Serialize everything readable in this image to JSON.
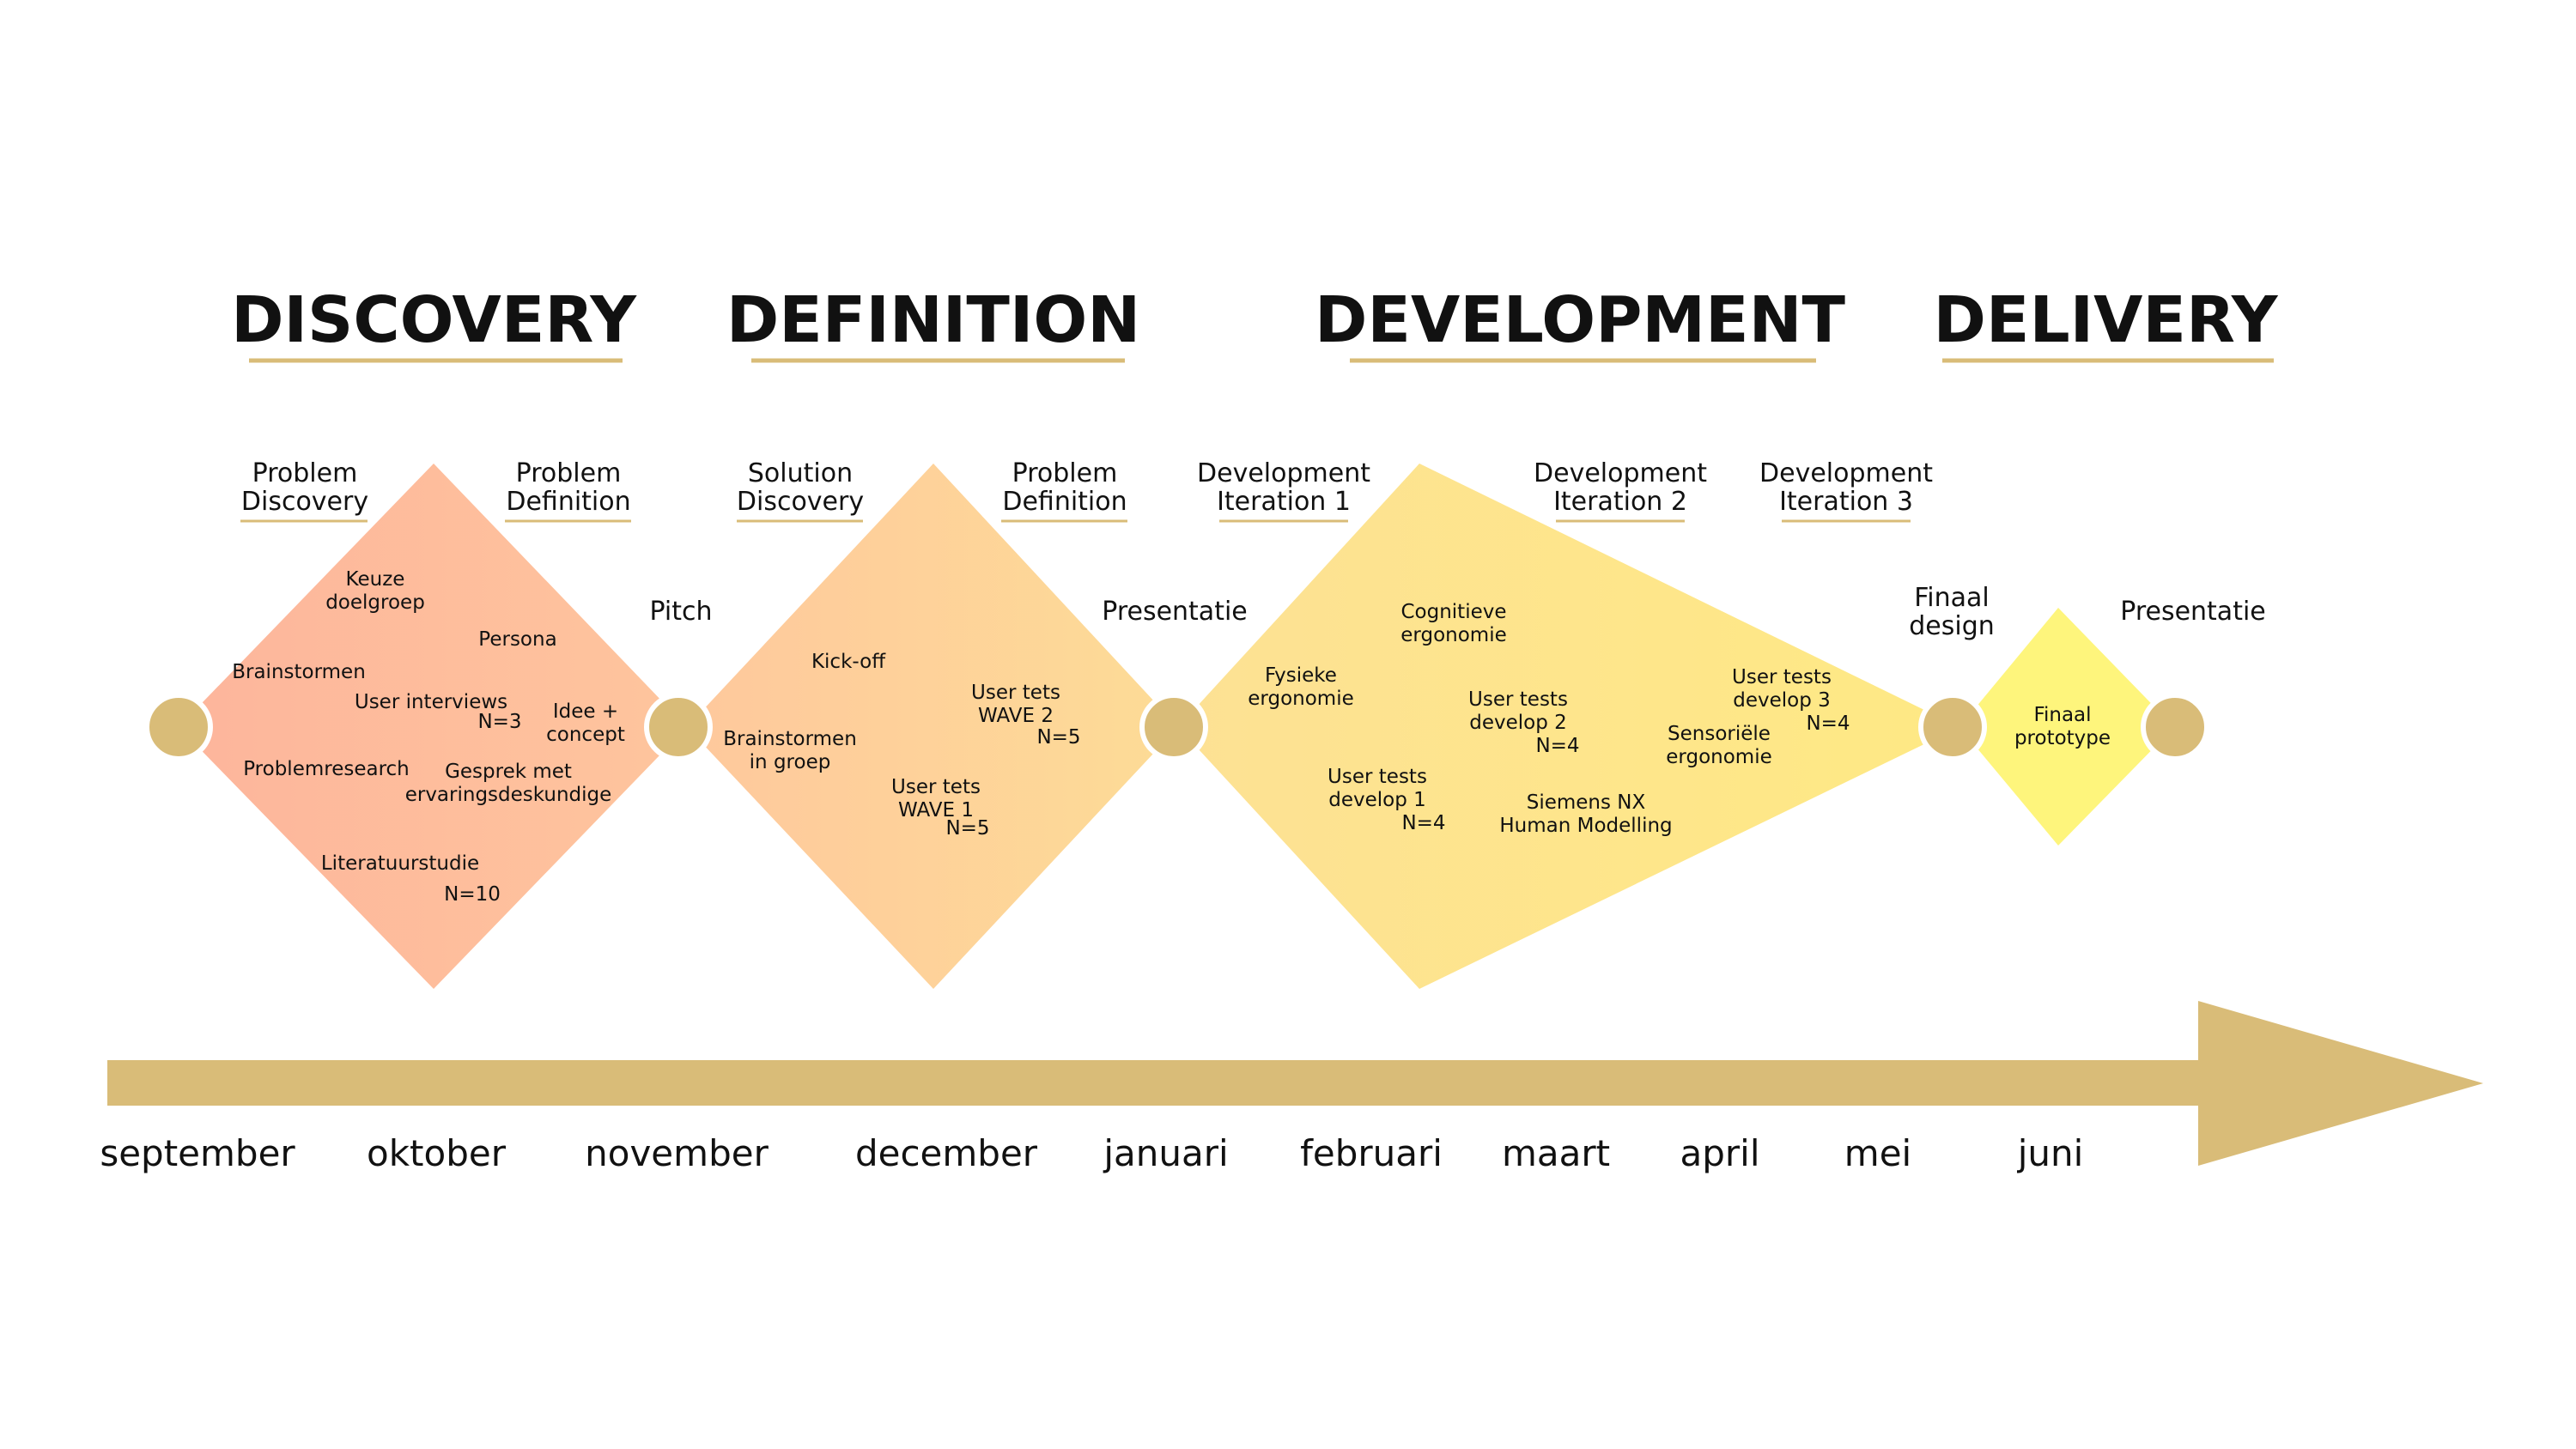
{
  "colors": {
    "gold": "#d9bc78",
    "discovery_start": "#fdb59c",
    "discovery_end": "#fec59d",
    "definition_start": "#fec89d",
    "definition_end": "#fddc96",
    "development_start": "#fde194",
    "development_end": "#fee984",
    "delivery": "#fef57c"
  },
  "phases": [
    {
      "id": "discovery",
      "title": "DISCOVERY"
    },
    {
      "id": "definition",
      "title": "DEFINITION"
    },
    {
      "id": "development",
      "title": "DEVELOPMENT"
    },
    {
      "id": "delivery",
      "title": "DELIVERY"
    }
  ],
  "subphases": [
    {
      "lines": [
        "Problem",
        "Discovery"
      ]
    },
    {
      "lines": [
        "Problem",
        "Definition"
      ]
    },
    {
      "lines": [
        "Solution",
        "Discovery"
      ]
    },
    {
      "lines": [
        "Problem",
        "Definition"
      ]
    },
    {
      "lines": [
        "Development",
        "Iteration 1"
      ]
    },
    {
      "lines": [
        "Development",
        "Iteration 2"
      ]
    },
    {
      "lines": [
        "Development",
        "Iteration 3"
      ]
    }
  ],
  "milestones": [
    {
      "lines": [
        "Pitch"
      ]
    },
    {
      "lines": [
        "Presentatie"
      ]
    },
    {
      "lines": [
        "Finaal",
        "design"
      ]
    },
    {
      "lines": [
        "Presentatie"
      ]
    }
  ],
  "activities": {
    "discovery": [
      {
        "lines": [
          "Keuze",
          "doelgroep"
        ]
      },
      {
        "lines": [
          "Persona"
        ]
      },
      {
        "lines": [
          "Brainstormen"
        ]
      },
      {
        "lines": [
          "User interviews"
        ]
      },
      {
        "lines": [
          "N=3"
        ]
      },
      {
        "lines": [
          "Idee +",
          "concept"
        ]
      },
      {
        "lines": [
          "Problemresearch"
        ]
      },
      {
        "lines": [
          "Gesprek met",
          "ervaringsdeskundige"
        ]
      },
      {
        "lines": [
          "Literatuurstudie"
        ]
      },
      {
        "lines": [
          "N=10"
        ]
      }
    ],
    "definition": [
      {
        "lines": [
          "Kick-off"
        ]
      },
      {
        "lines": [
          "User tets",
          "WAVE 2"
        ]
      },
      {
        "lines": [
          "N=5"
        ]
      },
      {
        "lines": [
          "Brainstormen",
          "in groep"
        ]
      },
      {
        "lines": [
          "User tets",
          "WAVE 1"
        ]
      },
      {
        "lines": [
          "N=5"
        ]
      }
    ],
    "development": [
      {
        "lines": [
          "Cognitieve",
          "ergonomie"
        ]
      },
      {
        "lines": [
          "Fysieke",
          "ergonomie"
        ]
      },
      {
        "lines": [
          "User tests",
          "develop 2"
        ]
      },
      {
        "lines": [
          "N=4"
        ]
      },
      {
        "lines": [
          "User tests",
          "develop 3"
        ]
      },
      {
        "lines": [
          "N=4"
        ]
      },
      {
        "lines": [
          "Sensoriële",
          "ergonomie"
        ]
      },
      {
        "lines": [
          "User tests",
          "develop 1"
        ]
      },
      {
        "lines": [
          "N=4"
        ]
      },
      {
        "lines": [
          "Siemens NX",
          "Human Modelling"
        ]
      }
    ],
    "delivery": [
      {
        "lines": [
          "Finaal",
          "prototype"
        ]
      }
    ]
  },
  "months": [
    "september",
    "oktober",
    "november",
    "december",
    "januari",
    "februari",
    "maart",
    "april",
    "mei",
    "juni"
  ]
}
